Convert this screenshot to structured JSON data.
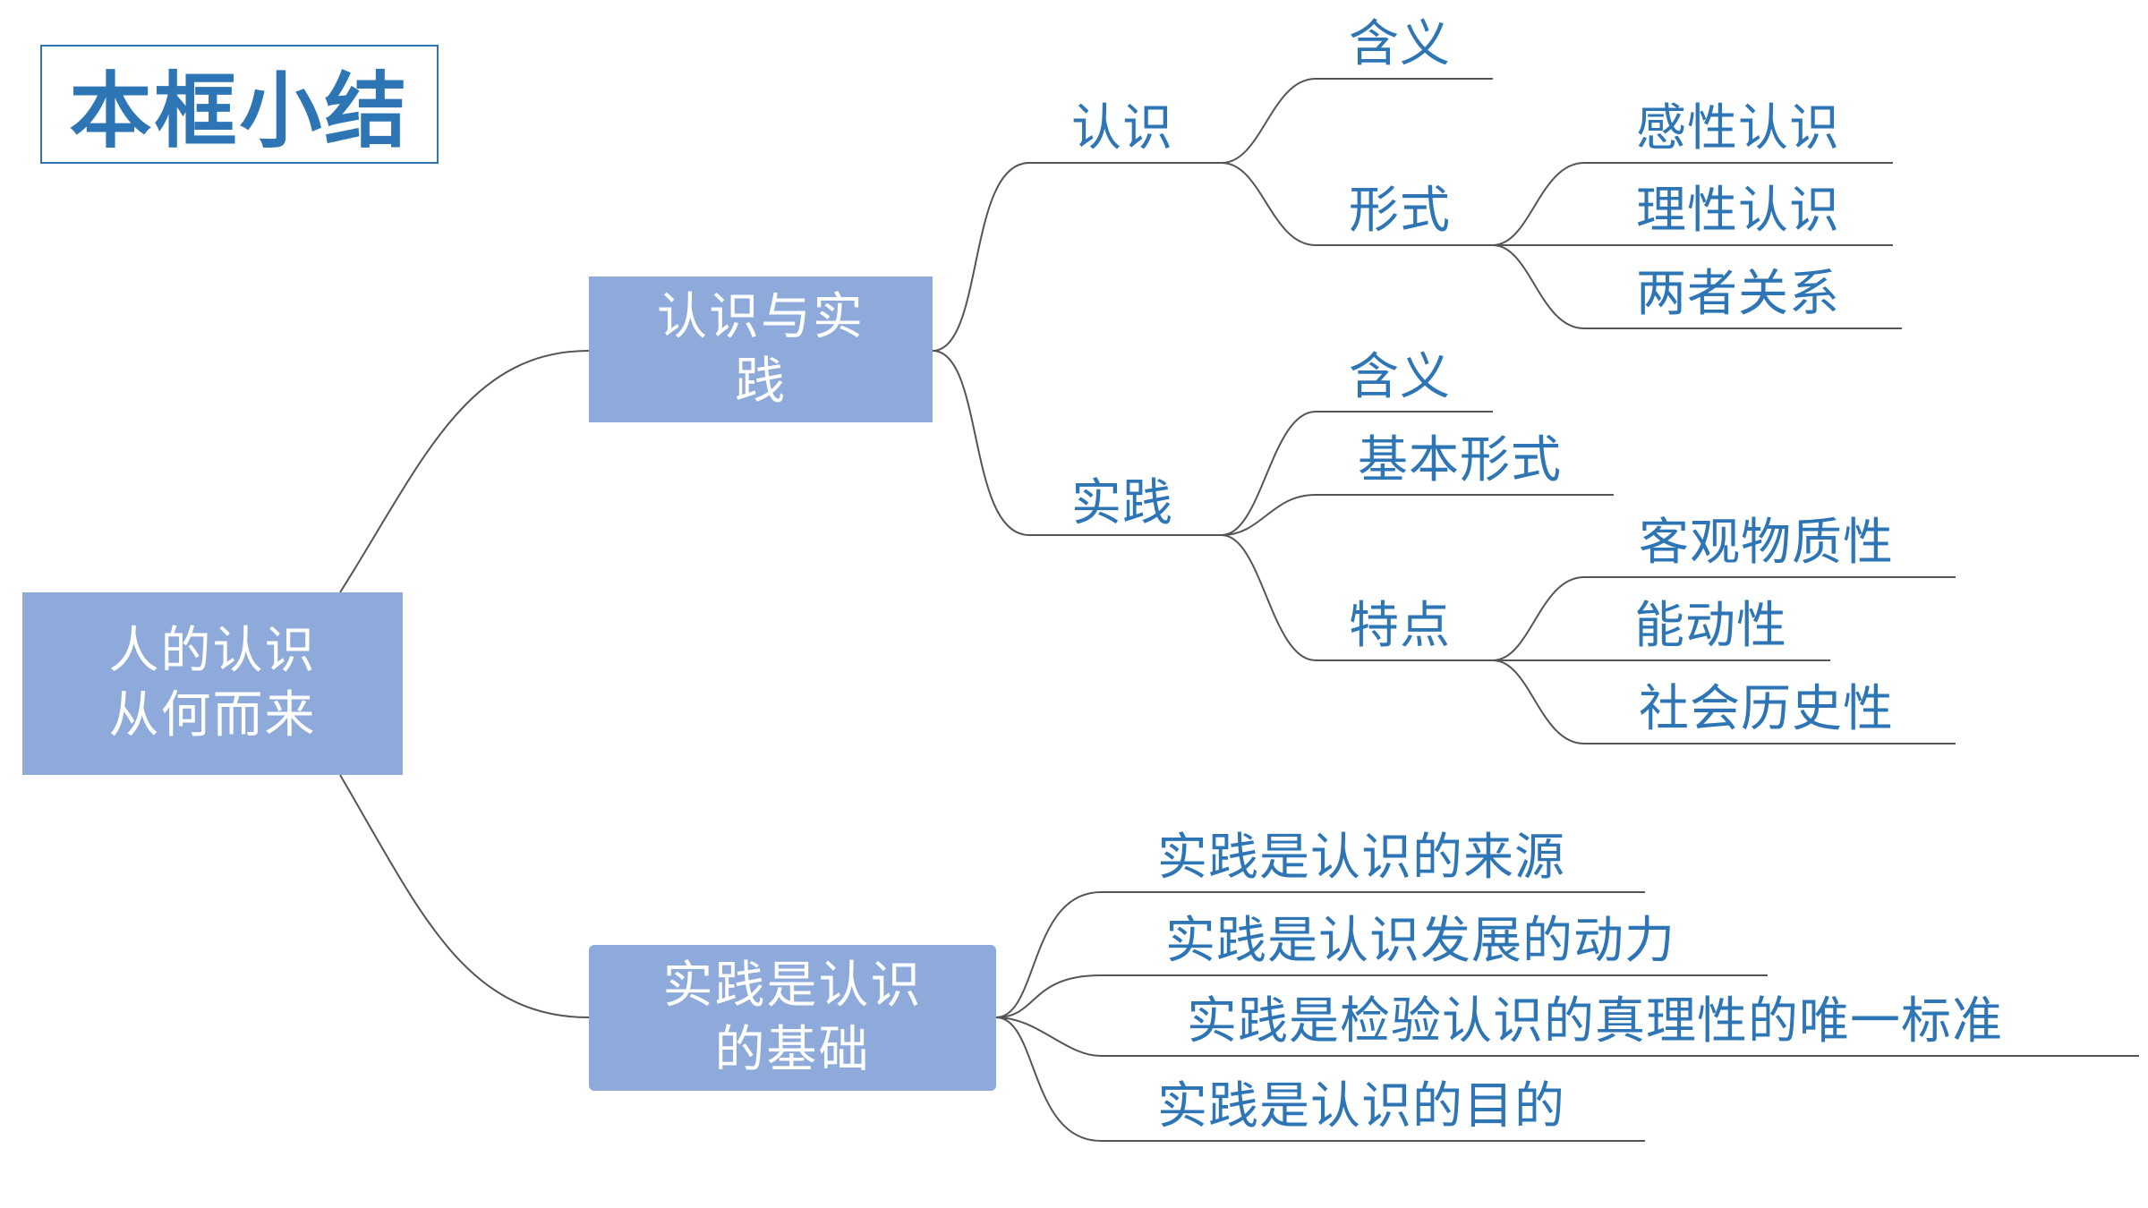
{
  "title": "本框小结",
  "root": {
    "line1": "人的认识",
    "line2": "从何而来"
  },
  "branch1": {
    "line1": "认识与实",
    "line2": "践",
    "renshi": {
      "label": "认识",
      "hanyi": "含义",
      "xingshi": {
        "label": "形式",
        "items": [
          "感性认识",
          "理性认识",
          "两者关系"
        ]
      }
    },
    "shijian": {
      "label": "实践",
      "hanyi": "含义",
      "jiben": "基本形式",
      "tedian": {
        "label": "特点",
        "items": [
          "客观物质性",
          "能动性",
          "社会历史性"
        ]
      }
    }
  },
  "branch2": {
    "line1": "实践是认识",
    "line2": "的基础",
    "items": [
      "实践是认识的来源",
      "实践是认识发展的动力",
      "实践是检验认识的真理性的唯一标准",
      "实践是认识的目的"
    ]
  },
  "colors": {
    "box_fill": "#8eaadb",
    "text_blue": "#2e75b6",
    "line_gray": "#555555"
  }
}
